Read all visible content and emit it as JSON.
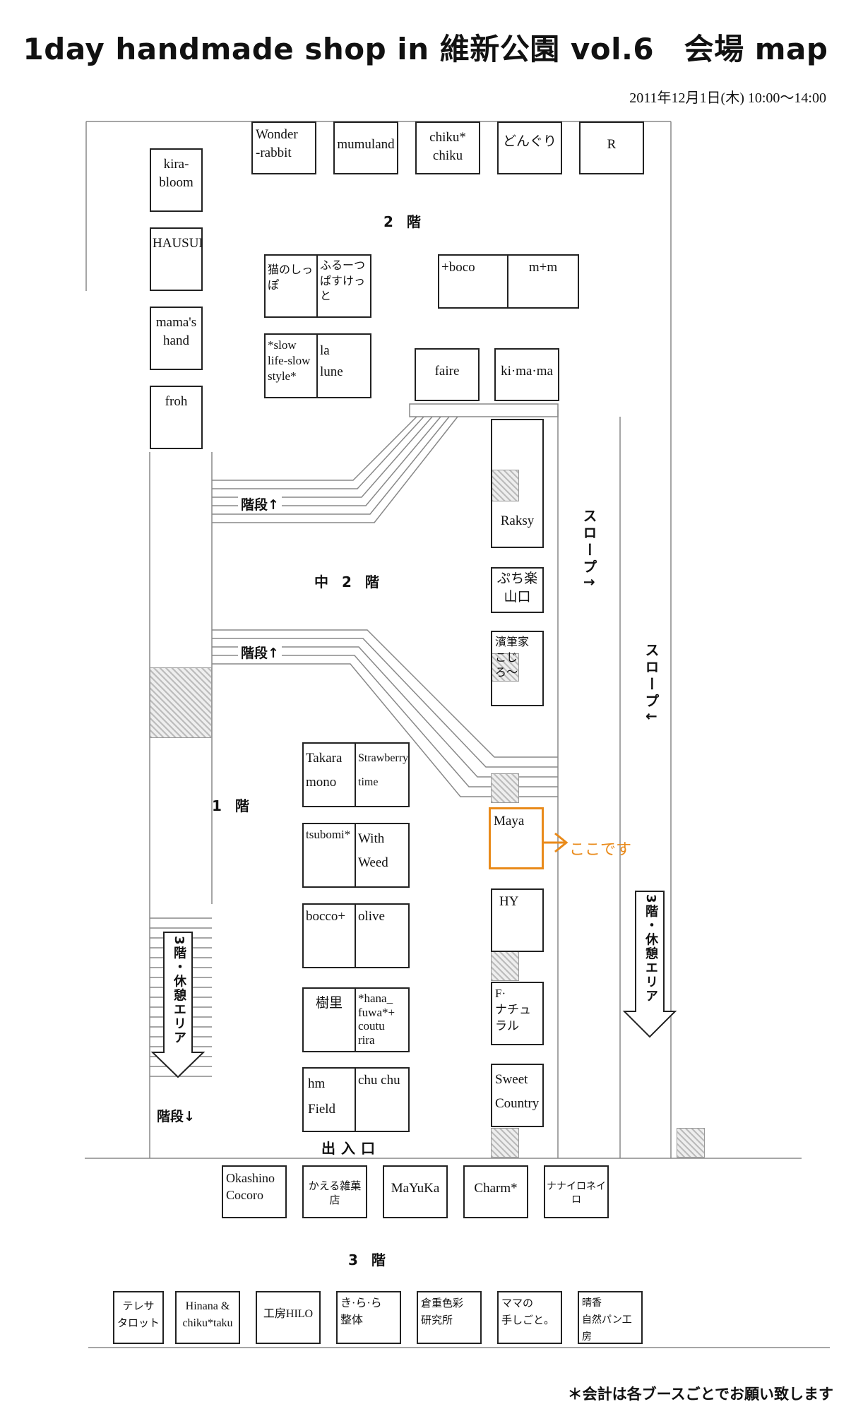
{
  "title": "1day handmade shop in 維新公園 vol.6　会場 map",
  "date": "2011年12月1日(木) 10:00～14:00",
  "floor_labels": {
    "f2": "2 階",
    "fm2": "中 2 階",
    "f1": "1 階",
    "f3": "3 階"
  },
  "stairs": {
    "upper": "階段↑",
    "middle": "階段↑",
    "lower": "階段↓"
  },
  "slopes": {
    "up": "スロープ↑",
    "down": "スロープ↓"
  },
  "rest_area": "3階・休憩エリア",
  "entrance": "出入口",
  "here_label": "ここです",
  "footnote": "＊会計は各ブースごとでお願い致します",
  "accent_color": "#e98a1a",
  "booths": {
    "left_column": [
      "kira-\nbloom",
      "HAUSUKA",
      "mama's\nhand",
      "froh"
    ],
    "top_row": [
      "Wonder\n-rabbit",
      "mumuland",
      "chiku*\nchiku",
      "どんぐり",
      "R"
    ],
    "neko": [
      "猫のしっぽ",
      "ふるーつ\nぱすけっと"
    ],
    "slow": [
      "*slow\nlife-slow\nstyle*",
      "la\nlune"
    ],
    "boco": [
      "+boco",
      "m+m"
    ],
    "faire": "faire",
    "kimama": "ki·ma·ma",
    "raksy": "Raksy",
    "puchi": "ぷち楽\n山口",
    "hitsu": "濱筆家\n こじろ〜",
    "takara": [
      "Takara\nmono",
      "Strawberry\ntime"
    ],
    "tsubomi": [
      "tsubomi*",
      "With\nWeed"
    ],
    "bocco": [
      "bocco+",
      "olive"
    ],
    "juri": [
      "樹里",
      "*hana_\nfuwa*+\ncoutu\n      rira"
    ],
    "hm": [
      "hm\nField",
      "chu chu"
    ],
    "maya": "Maya",
    "hy": "HY",
    "fnat": "F·\nナチュラル",
    "sweet": "Sweet\nCountry",
    "row_3a": [
      "Okashino\n      Cocoro",
      "かえる雑菓店",
      "MaYuKa",
      "Charm*",
      "ナナイロネイロ"
    ],
    "row_3b": [
      "テレサ\nタロット",
      "Hinana &\nchiku*taku",
      "工房HILO",
      "き·ら·ら\n       整体",
      "倉重色彩\n    研究所",
      "ママの\n手しごと。",
      "晴香\n自然パン工房"
    ]
  }
}
